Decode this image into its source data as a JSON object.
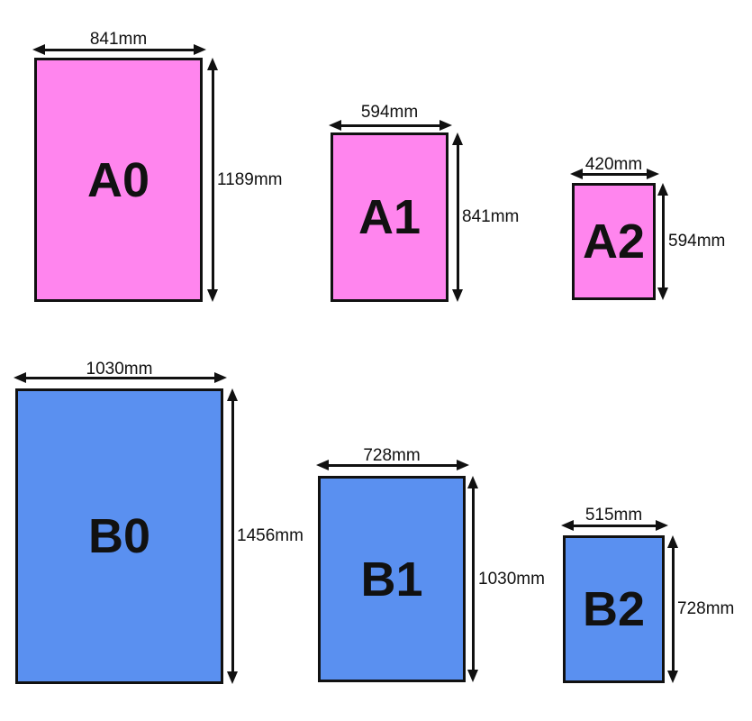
{
  "diagram": {
    "colors": {
      "series-a": "#ff85ee",
      "series-b": "#5a90f0",
      "outline": "#111111",
      "text": "#111111",
      "background": "#ffffff"
    },
    "papers": [
      {
        "name": "A0",
        "series": "A",
        "width_label": "841mm",
        "height_label": "1189mm",
        "width_mm": 841,
        "height_mm": 1189
      },
      {
        "name": "A1",
        "series": "A",
        "width_label": "594mm",
        "height_label": "841mm",
        "width_mm": 594,
        "height_mm": 841
      },
      {
        "name": "A2",
        "series": "A",
        "width_label": "420mm",
        "height_label": "594mm",
        "width_mm": 420,
        "height_mm": 594
      },
      {
        "name": "B0",
        "series": "B",
        "width_label": "1030mm",
        "height_label": "1456mm",
        "width_mm": 1030,
        "height_mm": 1456
      },
      {
        "name": "B1",
        "series": "B",
        "width_label": "728mm",
        "height_label": "1030mm",
        "width_mm": 728,
        "height_mm": 1030
      },
      {
        "name": "B2",
        "series": "B",
        "width_label": "515mm",
        "height_label": "728mm",
        "width_mm": 515,
        "height_mm": 728
      }
    ]
  }
}
